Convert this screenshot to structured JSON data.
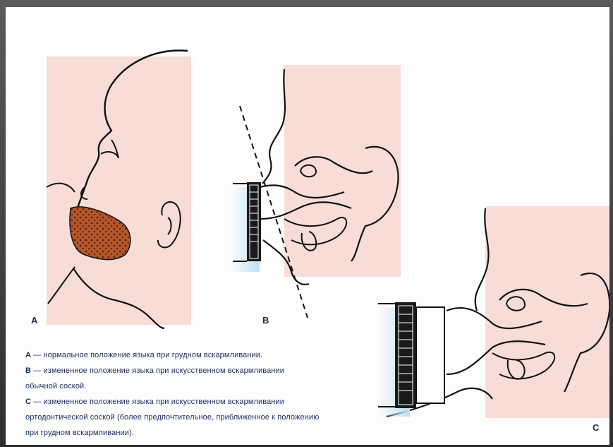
{
  "labels": {
    "a": "A",
    "b": "B",
    "c": "C"
  },
  "caption": {
    "a_key": "A",
    "a_text": " — нормальное положение языка при грудном вскармливании.",
    "b_key": "B",
    "b_text_1": " — измененное положение языка при искусственном вскармливании",
    "b_text_2": "обычной соской.",
    "c_key": "C",
    "c_text_1": " — измененное положение языка при искусственном вскармливании",
    "c_text_2": "ортодонтической соской (более предпочтительное, приближенное к положению",
    "c_text_3": "при грудном вскармливании)."
  },
  "colors": {
    "skin": "#f8dcd6",
    "tongue": "#b5562a",
    "tongue_dots": "#4a1f10",
    "line": "#111111",
    "nipple_glow": "#bfe0f5",
    "caption_text": "#1f2a5a"
  }
}
